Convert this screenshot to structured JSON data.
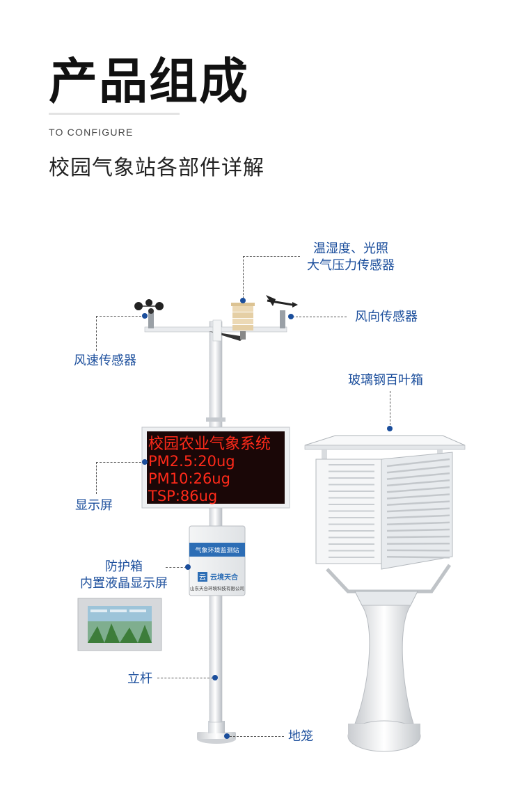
{
  "header": {
    "title": "产品组成",
    "eyebrow": "TO CONFIGURE",
    "subtitle": "校园气象站各部件详解"
  },
  "labels": {
    "temp_humidity": [
      "温湿度、光照",
      "大气压力传感器"
    ],
    "wind_direction": "风向传感器",
    "wind_speed": "风速传感器",
    "louver_box": "玻璃钢百叶箱",
    "display_screen": "显示屏",
    "protective_box": [
      "防护箱",
      "内置液晶显示屏"
    ],
    "pole": "立杆",
    "ground_cage": "地笼"
  },
  "led_display": {
    "lines": [
      "校园农业气象系统",
      "PM2.5:20ug",
      "PM10:26ug",
      "TSP:86ug"
    ],
    "color": "#ff2a1a"
  },
  "control_box": {
    "header": "气象环境监测站",
    "brand": "云境天合",
    "company": "山东天合环境科技有限公司",
    "logo_glyph": "云"
  },
  "colors": {
    "label_blue": "#1b4e9c",
    "title_black": "#111111"
  }
}
